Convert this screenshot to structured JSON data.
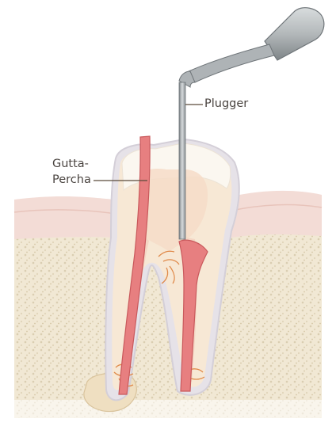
{
  "labels": {
    "plugger": "Plugger",
    "gutta_line1": "Gutta-",
    "gutta_line2": "Percha"
  },
  "colors": {
    "gum": "#f1d8d2",
    "bone": "#eadfc6",
    "tooth_dentin": "#f6e8d6",
    "tooth_enamel": "#f8f5ef",
    "pulp": "#f3d2c2",
    "gutta_percha": "#e77f80",
    "instrument": "#a7acae"
  }
}
